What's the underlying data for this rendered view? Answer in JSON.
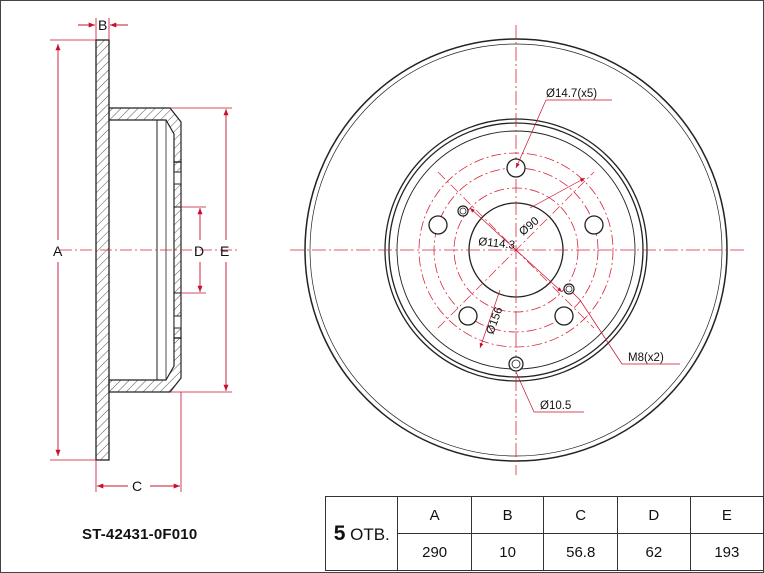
{
  "part_number": "ST-42431-0F010",
  "holes": {
    "count": "5",
    "unit": "ОТВ."
  },
  "table": {
    "headers": [
      "A",
      "B",
      "C",
      "D",
      "E"
    ],
    "values": [
      "290",
      "10",
      "56.8",
      "62",
      "193"
    ]
  },
  "side_labels": {
    "a": "A",
    "b": "B",
    "c": "C",
    "d": "D",
    "e": "E"
  },
  "annotations": {
    "bolt_hole": "Ø14.7(x5)",
    "center_bore": "Ø90",
    "pcd": "Ø114.3",
    "hub": "Ø156",
    "thread": "M8(x2)",
    "pin": "Ø10.5"
  },
  "colors": {
    "line": "#222222",
    "center_line": "#d6263a",
    "hatch": "#555555"
  }
}
